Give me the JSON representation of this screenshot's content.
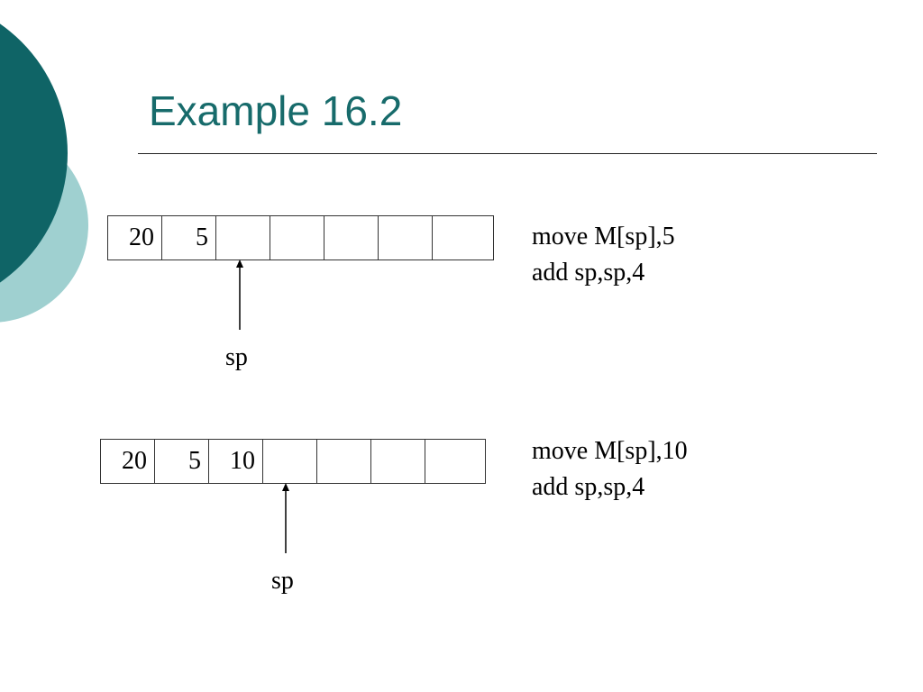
{
  "slide": {
    "title": "Example 16.2",
    "accent_dark": "#0f6466",
    "accent_light": "#9fd0d0"
  },
  "diagrams": [
    {
      "cells": [
        "20",
        "5",
        "",
        "",
        "",
        "",
        ""
      ],
      "pointer_label": "sp",
      "code": [
        "move M[sp],5",
        "add sp,sp,4"
      ]
    },
    {
      "cells": [
        "20",
        "5",
        "10",
        "",
        "",
        "",
        ""
      ],
      "pointer_label": "sp",
      "code": [
        "move M[sp],10",
        "add sp,sp,4"
      ]
    }
  ]
}
